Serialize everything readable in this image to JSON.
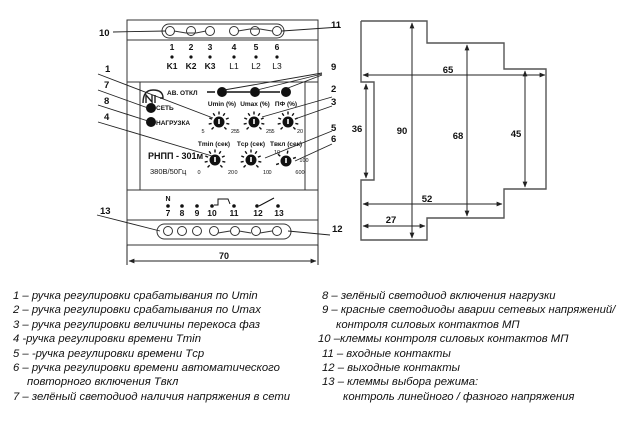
{
  "front_view": {
    "top_terminals": {
      "numbers": [
        "1",
        "2",
        "3",
        "4",
        "5",
        "6"
      ],
      "labels": [
        "K1",
        "K2",
        "K3",
        "L1",
        "L2",
        "L3"
      ]
    },
    "bottom_terminals": {
      "n_label": "N",
      "numbers": [
        "7",
        "8",
        "9",
        "10",
        "11",
        "12",
        "13"
      ]
    },
    "indicators": {
      "av_otkl": "АВ. ОТКЛ",
      "set": "СЕТЬ",
      "nagruzka": "НАГРУЗКА"
    },
    "knobs_row1": [
      {
        "label": "Umin (%)",
        "min": "5",
        "max": "25"
      },
      {
        "label": "Umax (%)",
        "min": "5",
        "max": "25"
      },
      {
        "label": "ПФ (%)",
        "min": "5",
        "max": "20"
      }
    ],
    "knobs_row2": [
      {
        "label": "Tmin (сек)",
        "min": "0",
        "max": "20"
      },
      {
        "label": "Tср (сек)",
        "min": "0",
        "max": "10"
      },
      {
        "label": "Tвкл (сек)",
        "min": "0",
        "max": "600",
        "mid1": "10",
        "mid2": "100"
      }
    ],
    "model": "РНПП - 301м",
    "rating": "380В/50Гц",
    "width_dim": "70",
    "callouts": [
      "1",
      "2",
      "3",
      "4",
      "5",
      "6",
      "7",
      "8",
      "9",
      "10",
      "11",
      "12",
      "13"
    ]
  },
  "side_view": {
    "dims": {
      "d65": "65",
      "d36": "36",
      "d90": "90",
      "d68": "68",
      "d45": "45",
      "d52": "52",
      "d27": "27"
    }
  },
  "legend_left": [
    "1 – ручка регулировки срабатывания по Umin",
    "2 – ручка регулировки срабатывания по Umax",
    "3 – ручка регулировки величины перекоса фаз",
    "4  -ручка регулировки времени Tmin",
    "5 – -ручка регулировки времени  Tср",
    "6 – ручка регулировки времени автоматического",
    "повторного включения Tвкл",
    "7 – зелёный светодиод наличия напряжения в сети"
  ],
  "legend_right": [
    "8 – зелёный светодиод включения нагрузки",
    "9 – красные светодиоды аварии сетевых напряжений/",
    "контроля силовых контактов МП",
    "10 –клеммы  контроля силовых контактов МП",
    "11 – входные контакты",
    "12 – выходные контакты",
    "13 – клеммы выбора режима:",
    "контроль линейного / фазного напряжения"
  ]
}
